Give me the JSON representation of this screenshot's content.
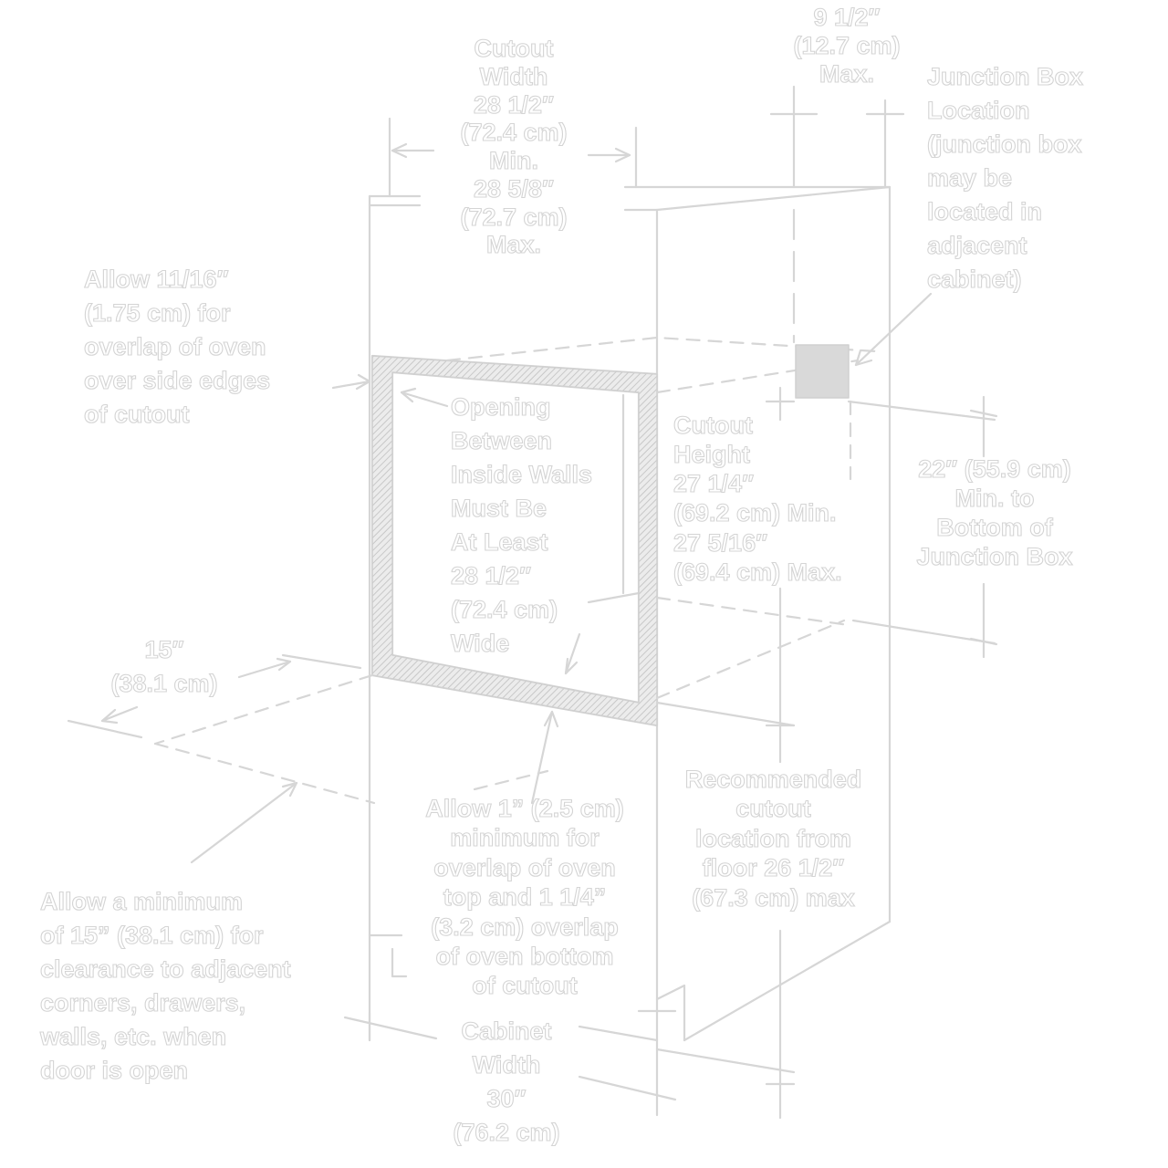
{
  "labels": {
    "cutout_width": [
      "Cutout",
      "Width",
      "28 1/2″",
      "(72.4 cm)",
      "Min.",
      "28 5/8″",
      "(72.7 cm)",
      "Max."
    ],
    "nine_half": [
      "9 1/2″",
      "(12.7 cm)",
      "Max."
    ],
    "junction_box_location": [
      "Junction Box",
      "Location",
      "(junction box",
      "may be",
      "located in",
      "adjacent",
      "cabinet)"
    ],
    "allow_side_overlap": [
      "Allow 11/16″",
      "(1.75 cm)  for",
      "overlap of oven",
      "over side edges",
      "of cutout"
    ],
    "opening_between_walls": [
      "Opening",
      "Between",
      "Inside Walls",
      "Must Be",
      "At Least",
      "28 1/2″",
      "(72.4 cm)",
      "Wide"
    ],
    "cutout_height": [
      "Cutout",
      "Height",
      "27 1/4″",
      "(69.2 cm) Min.",
      "27 5/16″",
      "(69.4 cm) Max."
    ],
    "junction_box_height": [
      "22″  (55.9 cm)",
      "Min. to",
      "Bottom of",
      "Junction Box"
    ],
    "fifteen": [
      "15″",
      "(38.1 cm)"
    ],
    "recommended_location": [
      "Recommended",
      "cutout",
      "location from",
      " floor 26 1/2″",
      "(67.3 cm) max"
    ],
    "allow_top_bottom_overlap": [
      "Allow 1” (2.5 cm)",
      "minimum for",
      "overlap of oven",
      "top and 1 1/4”",
      "(3.2 cm) overlap",
      "of oven bottom",
      "of cutout"
    ],
    "allow_clearance": [
      "Allow a minimum",
      "of 15” (38.1 cm) for",
      "clearance to adjacent",
      "corners, drawers,",
      "walls, etc. when",
      "door is open"
    ],
    "cabinet_width": [
      "Cabinet",
      "Width",
      "30″",
      "(76.2 cm)"
    ]
  },
  "colors": {
    "background": "#ffffff",
    "line": "#d6d6d6",
    "hatch": "#cfcfcf",
    "junction_box_fill": "#d9d9d9"
  }
}
